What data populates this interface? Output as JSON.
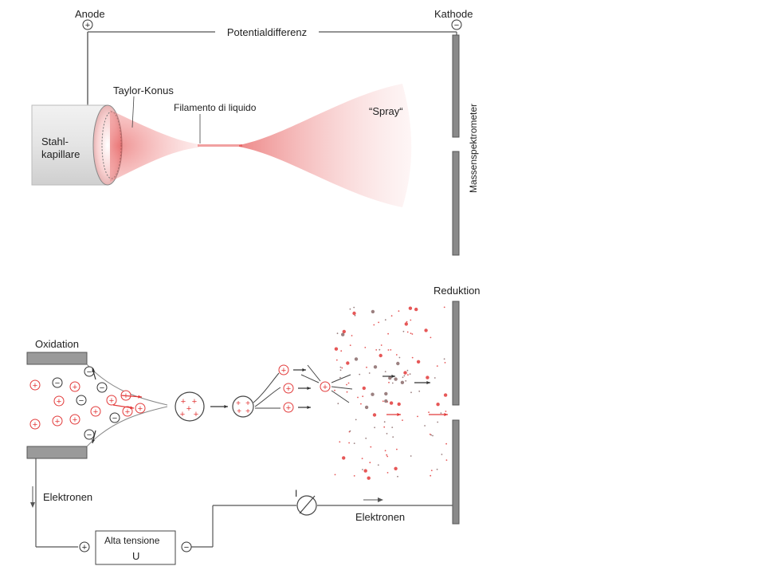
{
  "top": {
    "anode_label": "Anode",
    "cathode_label": "Kathode",
    "potential_label": "Potentialdifferenz",
    "taylor_label": "Taylor-Konus",
    "filament_label": "Filamento di liquido",
    "spray_label": "“Spray“",
    "capillary_line1": "Stahl-",
    "capillary_line2": "kapillare",
    "ms_label": "Massenspektrometer"
  },
  "bottom": {
    "reduktion_label": "Reduktion",
    "oxidation_label": "Oxidation",
    "elektronen_left": "Elektronen",
    "elektronen_right": "Elektronen",
    "power_label": "Alta tensione",
    "power_symbol": "U",
    "current_symbol": "I"
  },
  "symbols": {
    "plus": "+",
    "minus": "−"
  },
  "colors": {
    "spray_red": "#e23a3a",
    "plate_gray": "#808080",
    "line_gray": "#555555"
  }
}
